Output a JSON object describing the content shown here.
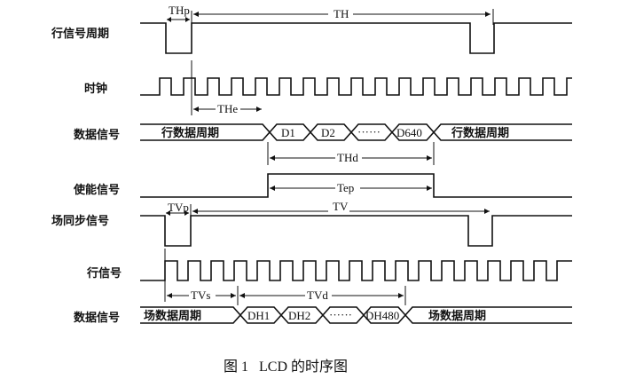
{
  "rows": {
    "row1": "行信号周期",
    "row2": "时钟",
    "row3": "数据信号",
    "row4": "使能信号",
    "row5": "场同步信号",
    "row6": "行信号",
    "row7": "数据信号"
  },
  "marks": {
    "thp": "THp",
    "th": "TH",
    "the": "THe",
    "thd": "THd",
    "tep": "Tep",
    "tvp": "TVp",
    "tv": "TV",
    "tvs": "TVs",
    "tvd": "TVd"
  },
  "bus1": {
    "left": "行数据周期",
    "d1": "D1",
    "d2": "D2",
    "dots": "······",
    "d640": "D640",
    "right": "行数据周期"
  },
  "bus2": {
    "left": "场数据周期",
    "dh1": "DH1",
    "dh2": "DH2",
    "dots": "······",
    "dh480": "DH480",
    "right": "场数据周期"
  },
  "caption": "图 1   LCD 的时序图"
}
